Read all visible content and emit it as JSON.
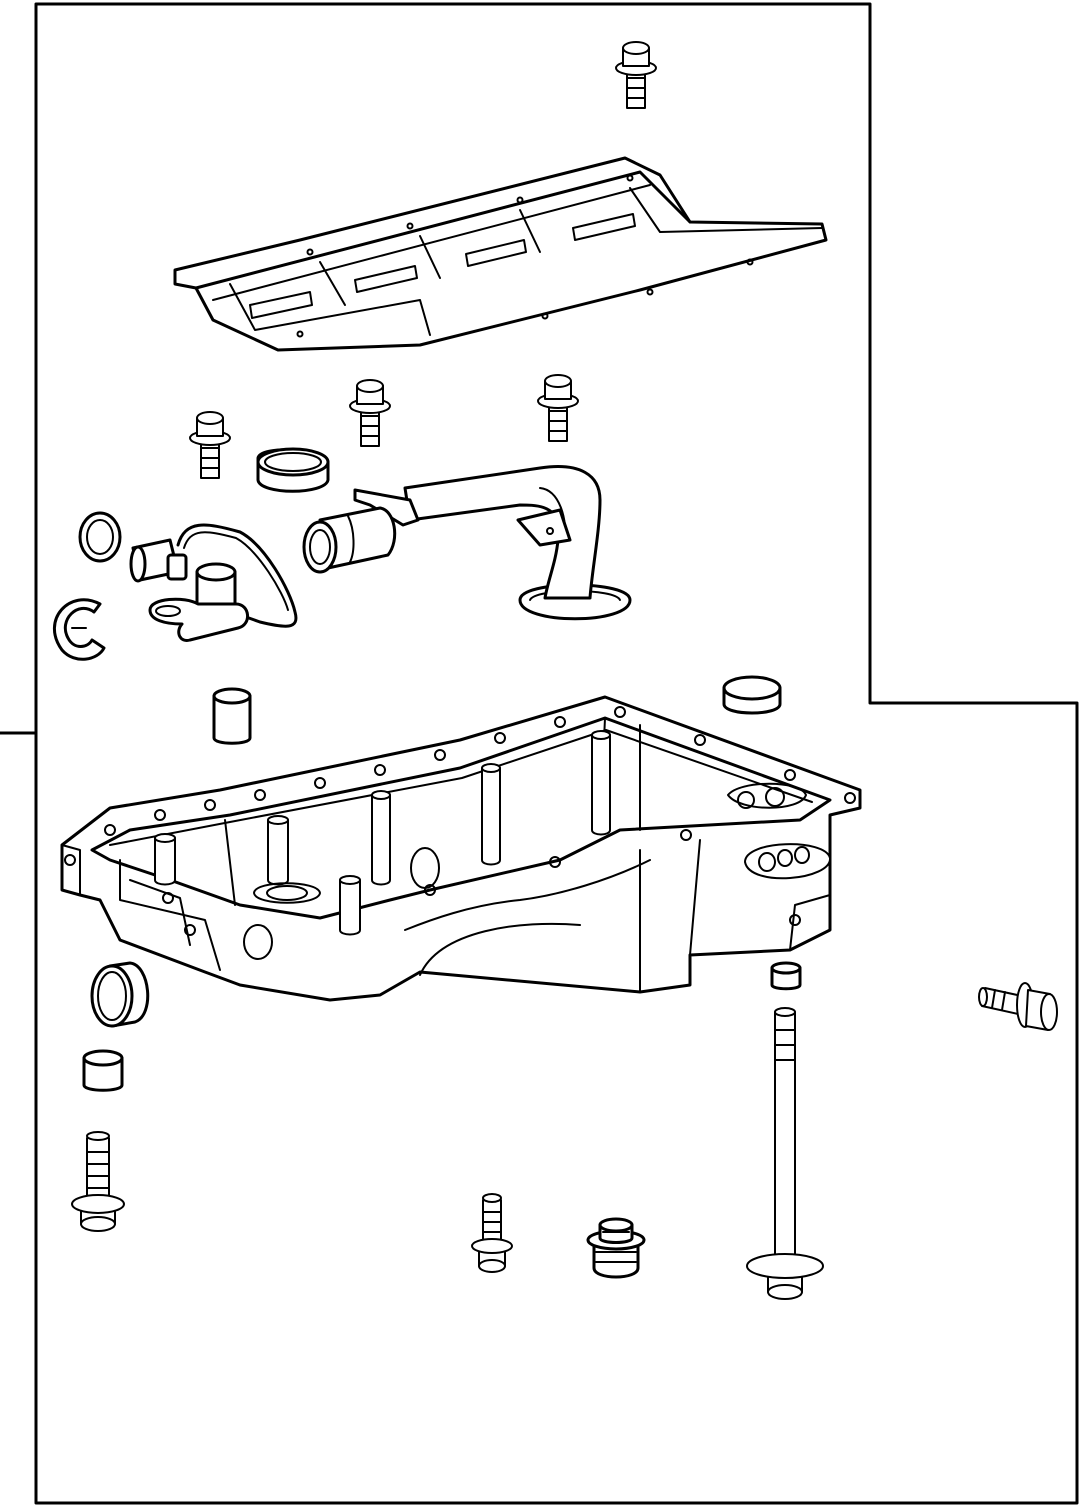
{
  "diagram": {
    "line_color": "#000000",
    "background_color": "#ffffff",
    "parts": [
      {
        "id": "baffle-bolt-top",
        "icon": "bolt-icon"
      },
      {
        "id": "oil-baffle-windage-tray",
        "icon": "tray-icon"
      },
      {
        "id": "bolt-left",
        "icon": "bolt-icon"
      },
      {
        "id": "bolt-center",
        "icon": "bolt-icon"
      },
      {
        "id": "bolt-right",
        "icon": "bolt-icon"
      },
      {
        "id": "seal-plug",
        "icon": "plug-icon"
      },
      {
        "id": "o-ring",
        "icon": "o-ring-icon"
      },
      {
        "id": "oil-level-sensor",
        "icon": "sensor-icon"
      },
      {
        "id": "retaining-clip",
        "icon": "clip-icon"
      },
      {
        "id": "oil-pump-pickup-tube",
        "icon": "pickup-tube-icon"
      },
      {
        "id": "dowel-left",
        "icon": "dowel-icon"
      },
      {
        "id": "cap-plug-right",
        "icon": "plug-icon"
      },
      {
        "id": "oil-pan",
        "icon": "oil-pan-icon"
      },
      {
        "id": "cap-plug-left",
        "icon": "plug-icon"
      },
      {
        "id": "dowel-lower",
        "icon": "dowel-icon"
      },
      {
        "id": "stud-lower-left",
        "icon": "bolt-icon"
      },
      {
        "id": "bolt-lower-center",
        "icon": "bolt-icon"
      },
      {
        "id": "drain-plug",
        "icon": "drain-plug-icon"
      },
      {
        "id": "dowel-right",
        "icon": "dowel-icon"
      },
      {
        "id": "long-bolt",
        "icon": "bolt-icon"
      },
      {
        "id": "bolt-side-right",
        "icon": "bolt-icon"
      }
    ]
  }
}
